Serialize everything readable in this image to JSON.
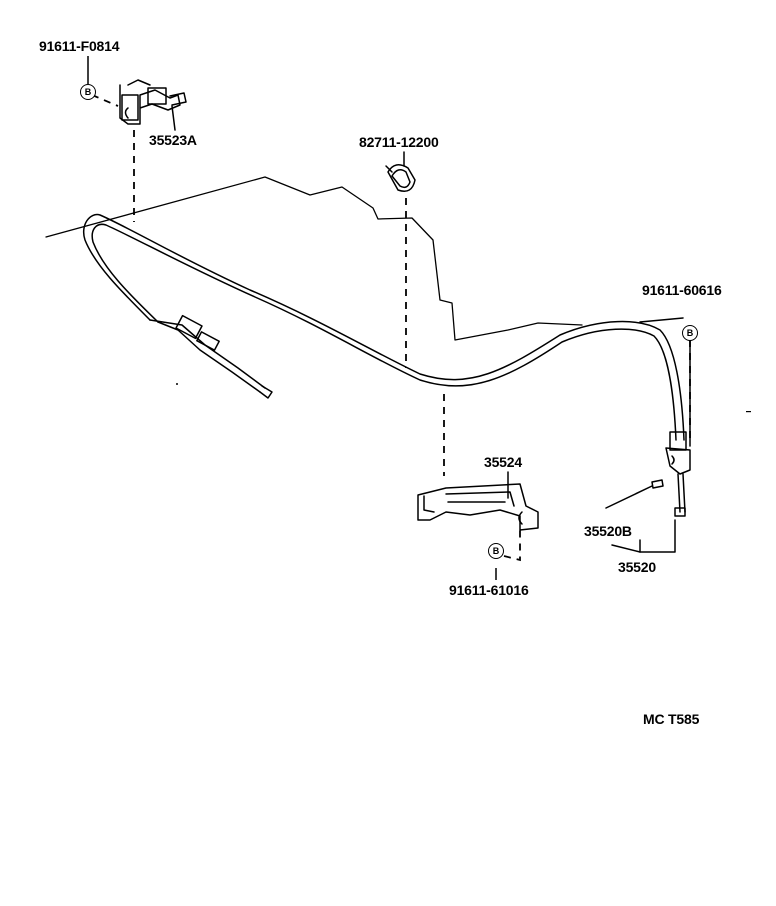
{
  "parts": {
    "bolt_top_left": "91611-F0814",
    "bracket_upper": "35523A",
    "clamp": "82711-12200",
    "bolt_right": "91611-60616",
    "bracket_lower": "35524",
    "bolt_bottom": "91611-61016",
    "sub_part": "35520B",
    "cable_assy": "35520"
  },
  "badge_letter": "B",
  "footer_code": "MC  T585"
}
